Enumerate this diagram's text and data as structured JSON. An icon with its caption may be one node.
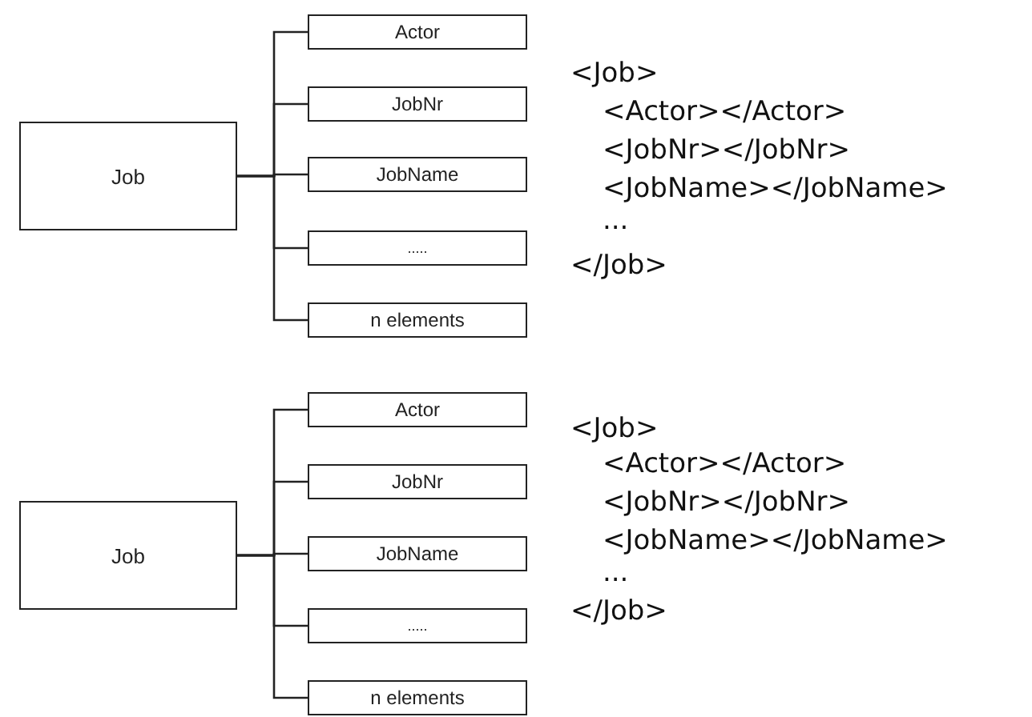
{
  "diagram": {
    "nodes": [
      {
        "text": [
          "Job"
        ]
      },
      {
        "text": [
          "Actor"
        ]
      },
      {
        "text": [
          "JobNr"
        ]
      },
      {
        "text": [
          "JobName"
        ]
      },
      {
        "text": [
          "....."
        ]
      },
      {
        "text": [
          "n elements"
        ]
      },
      {
        "text": [
          "Job"
        ]
      },
      {
        "text": [
          "Actor"
        ]
      },
      {
        "text": [
          "JobNr"
        ]
      },
      {
        "text": [
          "JobName"
        ]
      },
      {
        "text": [
          "....."
        ]
      },
      {
        "text": [
          "n elements"
        ]
      }
    ],
    "edges": [
      {
        "from": 0,
        "to": 1,
        "arrow": "none"
      },
      {
        "from": 0,
        "to": 2,
        "arrow": "none"
      },
      {
        "from": 0,
        "to": 3,
        "arrow": "none"
      },
      {
        "from": 0,
        "to": 4,
        "arrow": "none"
      },
      {
        "from": 0,
        "to": 5,
        "arrow": "none"
      },
      {
        "from": 6,
        "to": 7,
        "arrow": "none"
      },
      {
        "from": 6,
        "to": 8,
        "arrow": "none"
      },
      {
        "from": 6,
        "to": 9,
        "arrow": "none"
      },
      {
        "from": 6,
        "to": 10,
        "arrow": "none"
      },
      {
        "from": 6,
        "to": 11,
        "arrow": "none"
      }
    ],
    "labels": [
      "<Job>",
      "<Actor></Actor>",
      "<JobNr></JobNr>",
      "<JobName></JobName>",
      "...",
      "</Job>",
      "<Job>",
      "<Actor></Actor>",
      "<JobNr></JobNr>",
      "<JobName></JobName>",
      "...",
      "</Job>"
    ]
  }
}
